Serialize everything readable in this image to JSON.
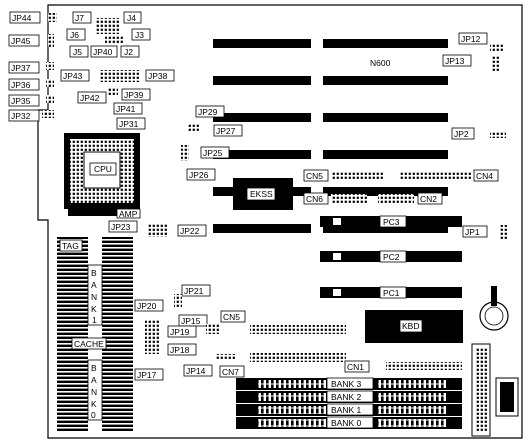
{
  "board": {
    "model": "N600"
  },
  "jumpers": {
    "JP44": "JP44",
    "JP45": "JP45",
    "JP37": "JP37",
    "JP36": "JP36",
    "JP35": "JP35",
    "JP32": "JP32",
    "J7": "J7",
    "J4": "J4",
    "J6": "J6",
    "J3": "J3",
    "J5": "J5",
    "JP40": "JP40",
    "J2": "J2",
    "JP43": "JP43",
    "JP38": "JP38",
    "JP39": "JP39",
    "JP42": "JP42",
    "JP41": "JP41",
    "JP31": "JP31",
    "JP12": "JP12",
    "JP13": "JP13",
    "JP29": "JP29",
    "JP27": "JP27",
    "JP2": "JP2",
    "JP26": "JP26",
    "JP25": "JP25",
    "JP23": "JP23",
    "JP22": "JP22",
    "JP1": "JP1",
    "JP21": "JP21",
    "JP20": "JP20",
    "JP15": "JP15",
    "JP19": "JP19",
    "JP18": "JP18",
    "JP17": "JP17",
    "JP14": "JP14"
  },
  "connectors": {
    "CN5_top": "CN5",
    "CN6": "CN6",
    "CN4": "CN4",
    "CN2": "CN2",
    "CN5_mid": "CN5",
    "CN7": "CN7",
    "CN1": "CN1"
  },
  "components": {
    "cpu": "CPU",
    "amp": "AMP",
    "ekss": "EKSS",
    "kbd": "KBD",
    "tag": "TAG",
    "cache": "CACHE"
  },
  "bank_vertical_top": [
    "B",
    "A",
    "N",
    "K",
    "1"
  ],
  "bank_vertical_bottom": [
    "B",
    "A",
    "N",
    "K",
    "0"
  ],
  "pci_slots": [
    "PC3",
    "PC2",
    "PC1"
  ],
  "simm_banks": [
    "BANK 3",
    "BANK 2",
    "BANK 1",
    "BANK 0"
  ]
}
